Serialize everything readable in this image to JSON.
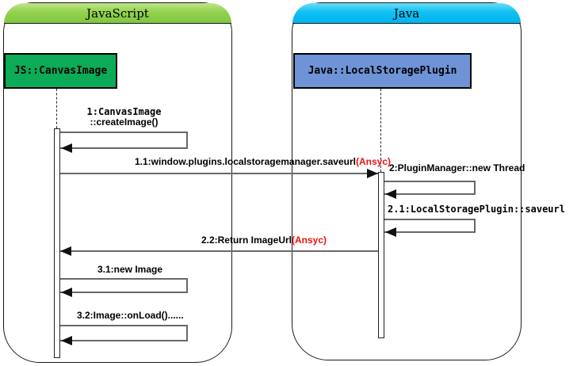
{
  "frames": {
    "javascript": {
      "title": "JavaScript"
    },
    "java": {
      "title": "Java"
    }
  },
  "objects": {
    "js": {
      "label": "JS::CanvasImage"
    },
    "java": {
      "label": "Java::LocalStoragePlugin"
    }
  },
  "messages": {
    "m1": {
      "line1": "1:CanvasImage",
      "line2": "::createImage()"
    },
    "m11": {
      "label": "1.1:window.plugins.localstoragemanager.saveurl",
      "suffix": "(Ansyc)"
    },
    "m2": {
      "label": "2:PluginManager::new Thread"
    },
    "m21": {
      "label": "2.1:LocalStoragePlugin::saveurl"
    },
    "m22": {
      "label": "2.2:Return ImageUrl",
      "suffix": "(Ansyc)"
    },
    "m31": {
      "label": "3.1:new Image"
    },
    "m32": {
      "label": "3.2:Image::onLoad()......"
    }
  },
  "colors": {
    "async_highlight": "#ee1111",
    "frame_header_javascript": "#8ccf4a",
    "frame_header_java": "#00bdf2",
    "object_js_fill": "#0cab57",
    "object_java_fill": "#6e93d6",
    "message_line": "#686868"
  }
}
